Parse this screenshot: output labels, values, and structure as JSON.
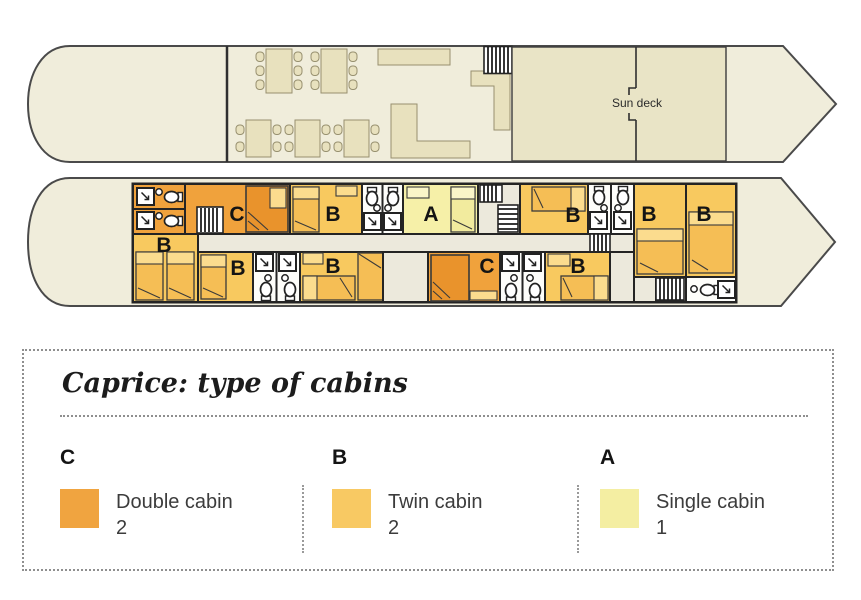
{
  "deck_upper": {
    "sun_deck_label": "Sun deck"
  },
  "deck_lower": {
    "cabin_labels": [
      {
        "id": "top-c",
        "label": "C"
      },
      {
        "id": "top-b-1",
        "label": "B"
      },
      {
        "id": "top-a",
        "label": "A"
      },
      {
        "id": "top-b-2",
        "label": "B"
      },
      {
        "id": "top-b-3",
        "label": "B"
      },
      {
        "id": "top-b-4",
        "label": "B"
      },
      {
        "id": "left-b",
        "label": "B"
      },
      {
        "id": "bottom-b-1",
        "label": "B"
      },
      {
        "id": "bottom-b-2",
        "label": "B"
      },
      {
        "id": "bottom-c",
        "label": "C"
      },
      {
        "id": "bottom-b-3",
        "label": "B"
      }
    ]
  },
  "legend": {
    "title": "Caprice: type of cabins",
    "items": [
      {
        "letter": "C",
        "name": "Double cabin",
        "count": "2",
        "color": "#F0A440"
      },
      {
        "letter": "B",
        "name": "Twin cabin",
        "count": "2",
        "color": "#F8C963"
      },
      {
        "letter": "A",
        "name": "Single cabin",
        "count": "1",
        "color": "#F4EEA2"
      }
    ]
  },
  "colors": {
    "double_cabin": "#F0A23C",
    "twin_cabin": "#F8C95F",
    "single_cabin": "#F6F0A8",
    "deck": "#F0EDDB",
    "sun_deck": "#E9E4C6",
    "outline": "#2b2b2b"
  }
}
